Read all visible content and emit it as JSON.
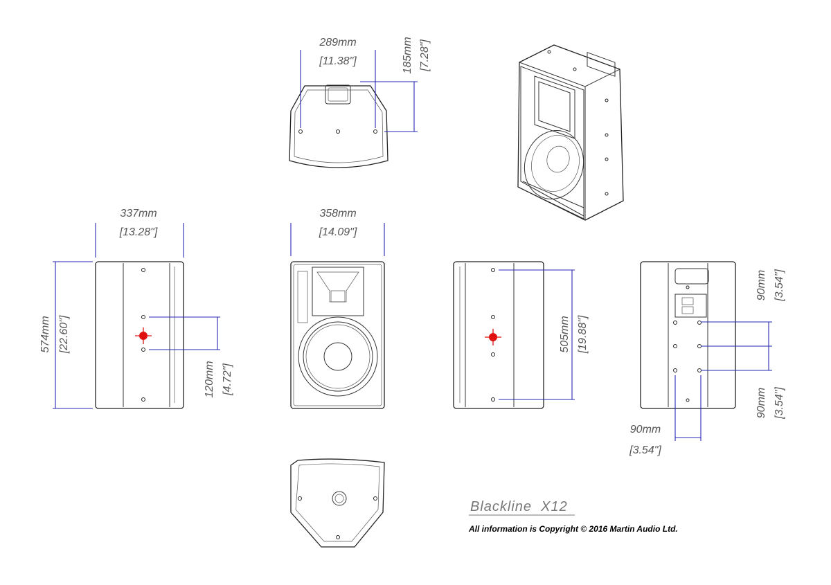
{
  "drawing": {
    "title": "Blackline  X12",
    "copyright": "All information is Copyright © 2016 Martin Audio Ltd.",
    "colors": {
      "dimension": "#2626b0",
      "mount_point": "#e01010"
    }
  },
  "dimensions": {
    "top_width": {
      "mm": "289mm",
      "in": "[11.38\"]"
    },
    "top_depth": {
      "mm": "185mm",
      "in": "[7.28\"]"
    },
    "side_depth": {
      "mm": "337mm",
      "in": "[13.28\"]"
    },
    "front_width": {
      "mm": "358mm",
      "in": "[14.09\"]"
    },
    "height": {
      "mm": "574mm",
      "in": "[22.60\"]"
    },
    "side_mount_spacing": {
      "mm": "120mm",
      "in": "[4.72\"]"
    },
    "side_mount_height": {
      "mm": "505mm",
      "in": "[19.88\"]"
    },
    "rear_vertical_upper": {
      "mm": "90mm",
      "in": "[3.54\"]"
    },
    "rear_vertical_lower": {
      "mm": "90mm",
      "in": "[3.54\"]"
    },
    "rear_horizontal": {
      "mm": "90mm",
      "in": "[3.54\"]"
    }
  }
}
